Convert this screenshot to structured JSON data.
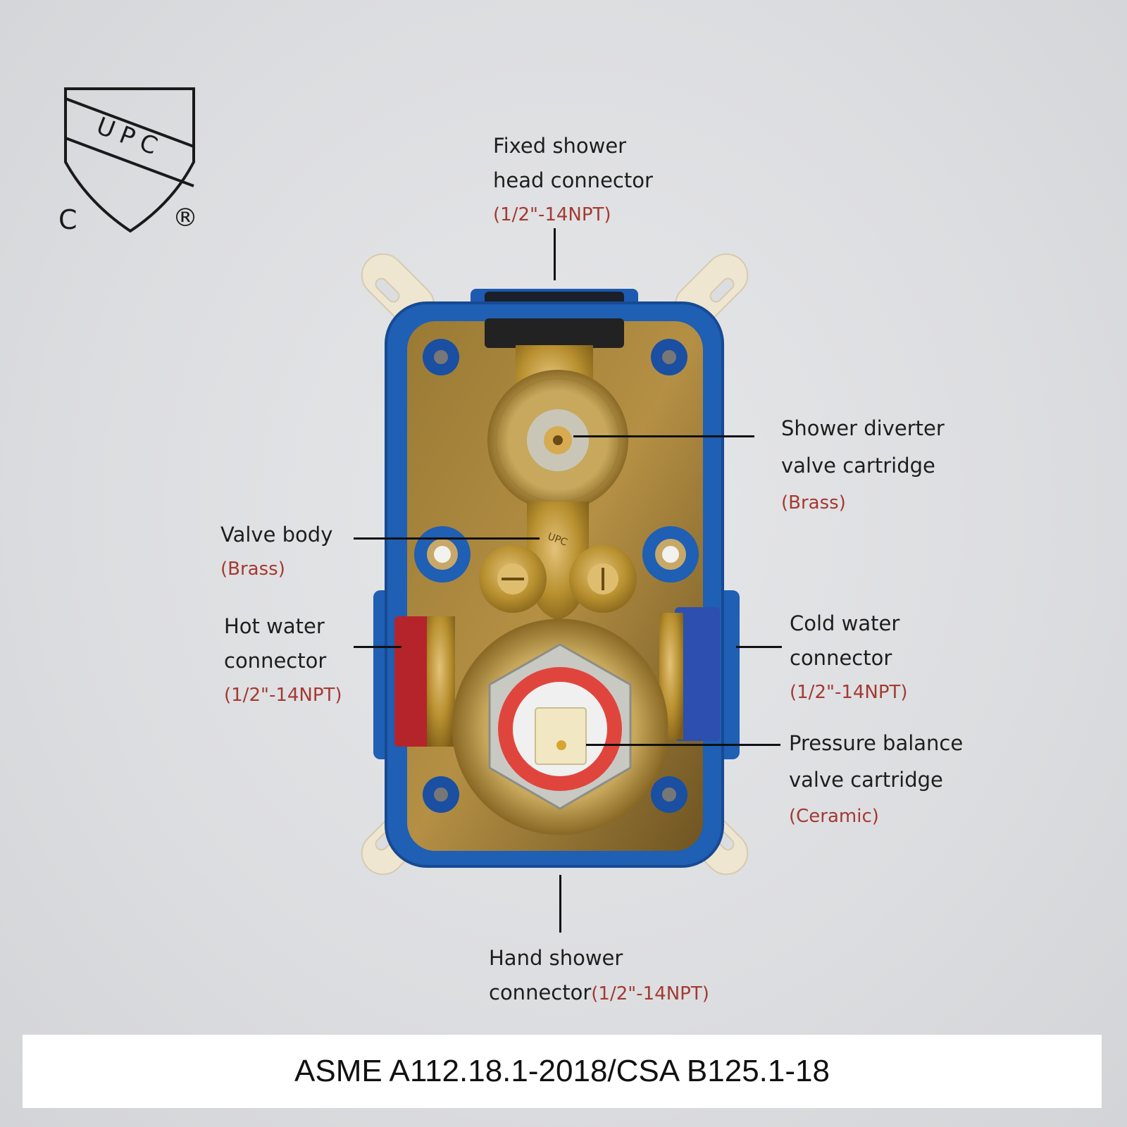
{
  "certification_mark": {
    "letters": "UPC",
    "left_letter": "C",
    "registered": "®"
  },
  "casting_mark": "UPC",
  "labels": {
    "fixed_shower": {
      "line1": "Fixed shower",
      "line2": "head connector",
      "note": "(1/2\"-14NPT)"
    },
    "diverter": {
      "line1": "Shower diverter",
      "line2": "valve cartridge",
      "note": "(Brass)"
    },
    "valve_body": {
      "line1": "Valve body",
      "note": "(Brass)"
    },
    "hot_water": {
      "line1": "Hot water",
      "line2": "connector",
      "note": "(1/2\"-14NPT)"
    },
    "cold_water": {
      "line1": "Cold water",
      "line2": "connector",
      "note": "(1/2\"-14NPT)"
    },
    "pressure_balance": {
      "line1": "Pressure balance",
      "line2": "valve cartridge",
      "note": "(Ceramic)"
    },
    "hand_shower": {
      "line1": "Hand shower",
      "line2": "connector",
      "note": "(1/2\"-14NPT)"
    }
  },
  "standard": "ASME A112.18.1-2018/CSA B125.1-18",
  "colors": {
    "housing_blue": "#1f5fb4",
    "brass": "#b8902f",
    "hot_red": "#b5242a",
    "cold_blue": "#2c4fb0",
    "note_red": "#a33a32"
  }
}
